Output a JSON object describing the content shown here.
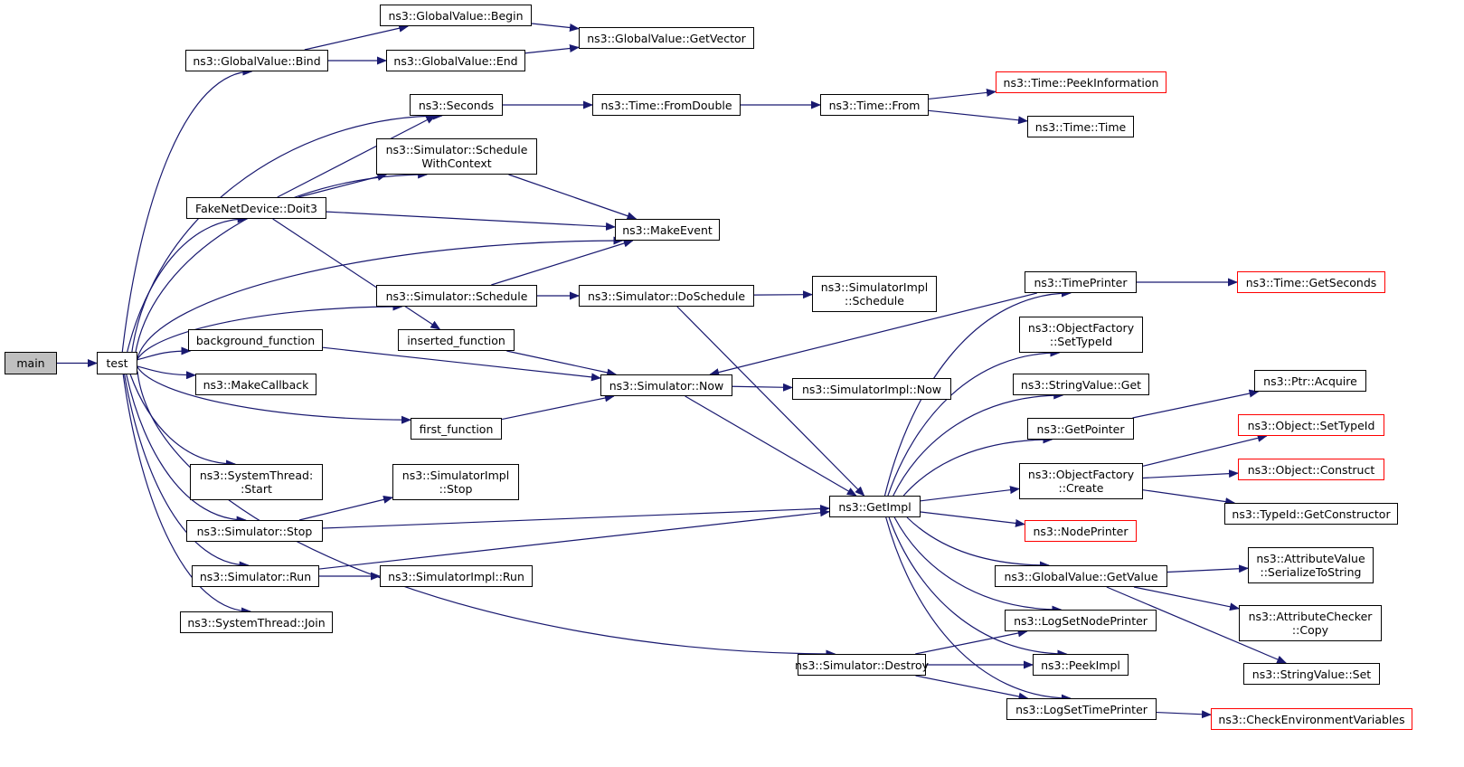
{
  "graph": {
    "edge_color": "#191970",
    "node_border": "#000000",
    "red_border": "#ff0000",
    "root_fill": "#bfbfbf",
    "nodes": [
      {
        "id": "main",
        "label": "main",
        "root": true
      },
      {
        "id": "test",
        "label": "test"
      },
      {
        "id": "gv_bind",
        "label": "ns3::GlobalValue::Bind"
      },
      {
        "id": "gv_begin",
        "label": "ns3::GlobalValue::Begin"
      },
      {
        "id": "gv_end",
        "label": "ns3::GlobalValue::End"
      },
      {
        "id": "gv_getvector",
        "label": "ns3::GlobalValue::GetVector"
      },
      {
        "id": "seconds",
        "label": "ns3::Seconds"
      },
      {
        "id": "fromdouble",
        "label": "ns3::Time::FromDouble"
      },
      {
        "id": "time_from",
        "label": "ns3::Time::From"
      },
      {
        "id": "peekinfo",
        "label": "ns3::Time::PeekInformation",
        "truncated": true
      },
      {
        "id": "time_time",
        "label": "ns3::Time::Time"
      },
      {
        "id": "sched_ctx",
        "label": "ns3::Simulator::Schedule\nWithContext"
      },
      {
        "id": "doit3",
        "label": "FakeNetDevice::Doit3"
      },
      {
        "id": "makeevent",
        "label": "ns3::MakeEvent"
      },
      {
        "id": "sim_schedule",
        "label": "ns3::Simulator::Schedule"
      },
      {
        "id": "doschedule",
        "label": "ns3::Simulator::DoSchedule"
      },
      {
        "id": "simimpl_schedule",
        "label": "ns3::SimulatorImpl\n::Schedule"
      },
      {
        "id": "timeprinter",
        "label": "ns3::TimePrinter"
      },
      {
        "id": "getseconds",
        "label": "ns3::Time::GetSeconds",
        "truncated": true
      },
      {
        "id": "inserted",
        "label": "inserted_function"
      },
      {
        "id": "background",
        "label": "background_function"
      },
      {
        "id": "makecallback",
        "label": "ns3::MakeCallback"
      },
      {
        "id": "sim_now",
        "label": "ns3::Simulator::Now"
      },
      {
        "id": "simimpl_now",
        "label": "ns3::SimulatorImpl::Now"
      },
      {
        "id": "of_settypeid",
        "label": "ns3::ObjectFactory\n::SetTypeId"
      },
      {
        "id": "sv_get",
        "label": "ns3::StringValue::Get"
      },
      {
        "id": "ptr_acquire",
        "label": "ns3::Ptr::Acquire"
      },
      {
        "id": "first",
        "label": "first_function"
      },
      {
        "id": "getpointer",
        "label": "ns3::GetPointer"
      },
      {
        "id": "st_start",
        "label": "ns3::SystemThread:\n:Start"
      },
      {
        "id": "simimpl_stop",
        "label": "ns3::SimulatorImpl\n::Stop"
      },
      {
        "id": "obj_settypeid",
        "label": "ns3::Object::SetTypeId",
        "truncated": true
      },
      {
        "id": "of_create",
        "label": "ns3::ObjectFactory\n::Create"
      },
      {
        "id": "obj_construct",
        "label": "ns3::Object::Construct",
        "truncated": true
      },
      {
        "id": "getimpl",
        "label": "ns3::GetImpl"
      },
      {
        "id": "typeid_getctor",
        "label": "ns3::TypeId::GetConstructor"
      },
      {
        "id": "sim_stop",
        "label": "ns3::Simulator::Stop"
      },
      {
        "id": "nodeprinter",
        "label": "ns3::NodePrinter",
        "truncated": true
      },
      {
        "id": "av_serialize",
        "label": "ns3::AttributeValue\n::SerializeToString"
      },
      {
        "id": "sim_run",
        "label": "ns3::Simulator::Run"
      },
      {
        "id": "simimpl_run",
        "label": "ns3::SimulatorImpl::Run"
      },
      {
        "id": "gv_getvalue",
        "label": "ns3::GlobalValue::GetValue"
      },
      {
        "id": "ac_copy",
        "label": "ns3::AttributeChecker\n::Copy"
      },
      {
        "id": "st_join",
        "label": "ns3::SystemThread::Join"
      },
      {
        "id": "lognodeprinter",
        "label": "ns3::LogSetNodePrinter"
      },
      {
        "id": "sim_destroy",
        "label": "ns3::Simulator::Destroy"
      },
      {
        "id": "peekimpl",
        "label": "ns3::PeekImpl"
      },
      {
        "id": "sv_set",
        "label": "ns3::StringValue::Set"
      },
      {
        "id": "logtimeprinter",
        "label": "ns3::LogSetTimePrinter"
      },
      {
        "id": "checkenv",
        "label": "ns3::CheckEnvironmentVariables",
        "truncated": true
      }
    ],
    "edges": [
      [
        "main",
        "test"
      ],
      [
        "test",
        "gv_bind"
      ],
      [
        "test",
        "seconds"
      ],
      [
        "test",
        "sched_ctx"
      ],
      [
        "test",
        "doit3"
      ],
      [
        "test",
        "makeevent"
      ],
      [
        "test",
        "sim_schedule"
      ],
      [
        "test",
        "background"
      ],
      [
        "test",
        "makecallback"
      ],
      [
        "test",
        "first"
      ],
      [
        "test",
        "st_start"
      ],
      [
        "test",
        "sim_stop"
      ],
      [
        "test",
        "sim_run"
      ],
      [
        "test",
        "st_join"
      ],
      [
        "test",
        "sim_destroy"
      ],
      [
        "gv_bind",
        "gv_begin"
      ],
      [
        "gv_bind",
        "gv_end"
      ],
      [
        "gv_begin",
        "gv_getvector"
      ],
      [
        "gv_end",
        "gv_getvector"
      ],
      [
        "seconds",
        "fromdouble"
      ],
      [
        "fromdouble",
        "time_from"
      ],
      [
        "time_from",
        "peekinfo"
      ],
      [
        "time_from",
        "time_time"
      ],
      [
        "sched_ctx",
        "makeevent"
      ],
      [
        "doit3",
        "seconds"
      ],
      [
        "doit3",
        "sched_ctx"
      ],
      [
        "doit3",
        "makeevent"
      ],
      [
        "doit3",
        "inserted"
      ],
      [
        "sim_schedule",
        "makeevent"
      ],
      [
        "sim_schedule",
        "doschedule"
      ],
      [
        "doschedule",
        "simimpl_schedule"
      ],
      [
        "doschedule",
        "getimpl"
      ],
      [
        "timeprinter",
        "getseconds"
      ],
      [
        "timeprinter",
        "sim_now"
      ],
      [
        "inserted",
        "sim_now"
      ],
      [
        "background",
        "sim_now"
      ],
      [
        "first",
        "sim_now"
      ],
      [
        "sim_now",
        "simimpl_now"
      ],
      [
        "sim_now",
        "getimpl"
      ],
      [
        "getpointer",
        "ptr_acquire"
      ],
      [
        "of_create",
        "obj_settypeid"
      ],
      [
        "of_create",
        "obj_construct"
      ],
      [
        "of_create",
        "typeid_getctor"
      ],
      [
        "getimpl",
        "timeprinter"
      ],
      [
        "getimpl",
        "of_settypeid"
      ],
      [
        "getimpl",
        "sv_get"
      ],
      [
        "getimpl",
        "getpointer"
      ],
      [
        "getimpl",
        "of_create"
      ],
      [
        "getimpl",
        "nodeprinter"
      ],
      [
        "getimpl",
        "gv_getvalue"
      ],
      [
        "getimpl",
        "lognodeprinter"
      ],
      [
        "getimpl",
        "peekimpl"
      ],
      [
        "getimpl",
        "logtimeprinter"
      ],
      [
        "sim_stop",
        "simimpl_stop"
      ],
      [
        "sim_stop",
        "getimpl"
      ],
      [
        "sim_run",
        "simimpl_run"
      ],
      [
        "sim_run",
        "getimpl"
      ],
      [
        "gv_getvalue",
        "av_serialize"
      ],
      [
        "gv_getvalue",
        "ac_copy"
      ],
      [
        "gv_getvalue",
        "sv_set"
      ],
      [
        "sim_destroy",
        "lognodeprinter"
      ],
      [
        "sim_destroy",
        "peekimpl"
      ],
      [
        "sim_destroy",
        "logtimeprinter"
      ],
      [
        "logtimeprinter",
        "checkenv"
      ]
    ]
  }
}
